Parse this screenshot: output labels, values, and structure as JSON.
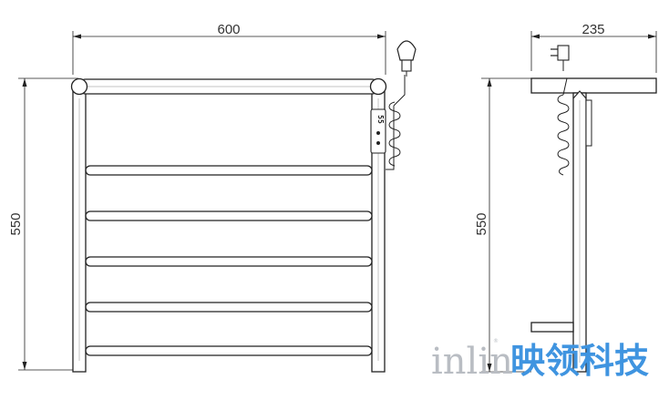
{
  "dimensions": {
    "front_width": "600",
    "front_height": "550",
    "side_width": "235",
    "side_height": "550"
  },
  "control_panel": {
    "display": "55"
  },
  "watermark": {
    "latin": "inlin",
    "chinese": "映领科技",
    "registered_mark": "®"
  }
}
